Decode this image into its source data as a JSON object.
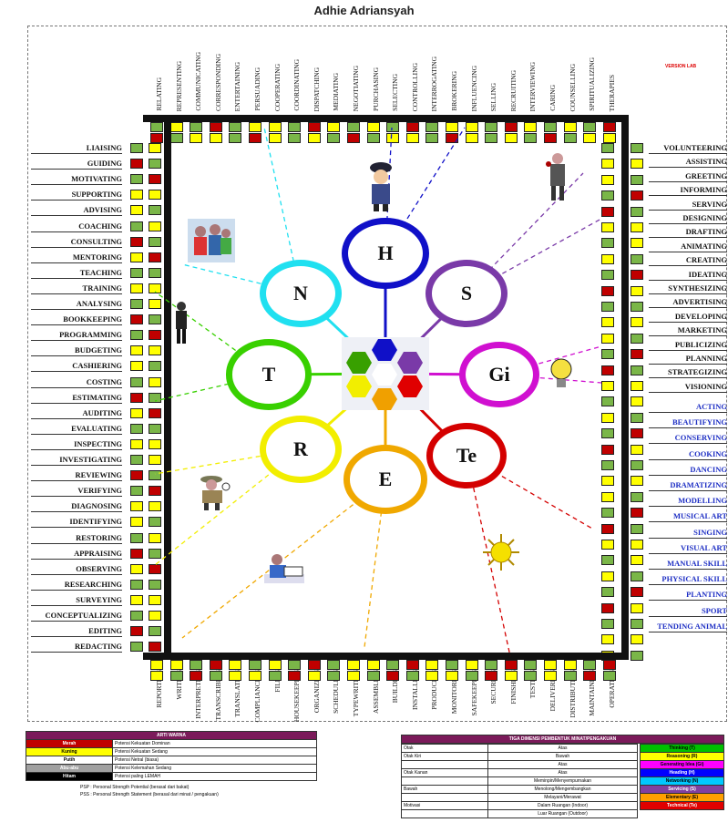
{
  "title": "Adhie Adriansyah",
  "version_label": "VERSION LAB",
  "top_labels": [
    "RELATING",
    "REPRESENTING",
    "COMMUNICATING",
    "CORRESPONDING",
    "ENTERTAINING",
    "PERSUADING",
    "COOPERATING",
    "COORDINATING",
    "DISPATCHING",
    "MEDIATING",
    "NEGOTIATING",
    "PURCHASING",
    "SELECTING",
    "CONTROLLING",
    "INTERROGATING",
    "BROKERING",
    "INFLUENCING",
    "SELLING",
    "RECRUITING",
    "INTERVIEWING",
    "CARING",
    "COUNSELLING",
    "SPIRITUALIZING",
    "THERAPIES"
  ],
  "bottom_labels": [
    "REPORTING",
    "WRITING",
    "INTERPRETING",
    "TRANSCRIBING",
    "TRANSLATING",
    "COMPLIANCING",
    "FILING",
    "HOUSEKEEPING",
    "ORGANIZING",
    "SCHEDULING",
    "TYPEWRITING",
    "ASSEMBLING",
    "BUILDING",
    "INSTALLING",
    "PRODUCING",
    "MONITORING",
    "SAFEKEEPING",
    "SECURING",
    "FINISHING",
    "TESTING",
    "DELIVERING",
    "DISTRIBUTING",
    "MAINTAINING",
    "OPERATING"
  ],
  "left_labels": [
    "LIAISING",
    "GUIDING",
    "MOTIVATING",
    "SUPPORTING",
    "ADVISING",
    "COACHING",
    "CONSULTING",
    "MENTORING",
    "TEACHING",
    "TRAINING",
    "ANALYSING",
    "BOOKKEEPING",
    "PROGRAMMING",
    "BUDGETING",
    "CASHIERING",
    "COSTING",
    "ESTIMATING",
    "AUDITING",
    "EVALUATING",
    "INSPECTING",
    "INVESTIGATING",
    "REVIEWING",
    "VERIFYING",
    "DIAGNOSING",
    "IDENTIFYING",
    "RESTORING",
    "APPRAISING",
    "OBSERVING",
    "RESEARCHING",
    "SURVEYING",
    "CONCEPTUALIZING",
    "EDITING",
    "REDACTING"
  ],
  "right_labels": [
    "VOLUNTEERING",
    "ASSISTING",
    "GREETING",
    "INFORMING",
    "SERVING",
    "DESIGNING",
    "DRAFTING",
    "ANIMATING",
    "CREATING",
    "IDEATING",
    "SYNTHESIZING",
    "ADVERTISING",
    "DEVELOPING",
    "MARKETING",
    "PUBLICIZING",
    "PLANNING",
    "STRATEGIZING",
    "VISIONING"
  ],
  "right_labels_blue": [
    "ACTING",
    "BEAUTIFYING",
    "CONSERVING",
    "COOKING",
    "DANCING",
    "DRAMATIZING",
    "MODELLING",
    "MUSICAL ART",
    "SINGING",
    "VISUAL ART",
    "MANUAL SKILL",
    "PHYSICAL SKILL",
    "PLANTING",
    "SPORT",
    "TENDING ANIMAL"
  ],
  "circles": [
    {
      "label": "H",
      "color": "#1010c8"
    },
    {
      "label": "S",
      "color": "#7a3aa8"
    },
    {
      "label": "Gi",
      "color": "#d010d0"
    },
    {
      "label": "Te",
      "color": "#d40000"
    },
    {
      "label": "E",
      "color": "#f0a800"
    },
    {
      "label": "R",
      "color": "#f2ee00"
    },
    {
      "label": "T",
      "color": "#38d000"
    },
    {
      "label": "N",
      "color": "#20e0f0"
    }
  ],
  "legend_left": {
    "title": "ARTI WARNA",
    "rows": [
      {
        "name": "Merah",
        "desc": "Potensi Kekuatan Dominan",
        "color": "#c00000"
      },
      {
        "name": "Kuning",
        "desc": "Potensi Kekuatan Sedang",
        "color": "#ffff00"
      },
      {
        "name": "Putih",
        "desc": "Potensi Netral (biasa)",
        "color": "#ffffff"
      },
      {
        "name": "Abu-abu",
        "desc": "Potensi Kelemahan Sedang",
        "color": "#a0a0a0"
      },
      {
        "name": "Hitam",
        "desc": "Potensi paling LEMAH",
        "color": "#000000"
      }
    ],
    "notes": [
      "PSP : Personal Strength Potential (berasal dari bakat)",
      "PSS : Personal Strength Statement (berasal dari minat / pengakuan)"
    ]
  },
  "legend_right": {
    "title": "TIGA DIMENSI PEMBENTUK MINAT/PENGAKUAN",
    "rows": [
      "Atas",
      "Bawah",
      "Atas",
      "Atas",
      "Meminpin/Menyempurnakan",
      "Menolong/Mengembangkan",
      "Melayani/Merawat",
      "Dalam Ruangan (Indoor)",
      "Luar Ruangan (Outdoor)"
    ],
    "side": [
      "Otak",
      "Otak Kiri",
      "Otak Kanan",
      "Bawah",
      "Motivasi"
    ],
    "types": [
      {
        "name": "Thinking (T)",
        "color": "#00c000"
      },
      {
        "name": "Reasoning (R)",
        "color": "#ffff00"
      },
      {
        "name": "Generating Idea (Gi)",
        "color": "#ff00ff"
      },
      {
        "name": "Heading (H)",
        "color": "#0000ff"
      },
      {
        "name": "Networking (N)",
        "color": "#00c8ff"
      },
      {
        "name": "Servicing (S)",
        "color": "#8040a0"
      },
      {
        "name": "Elementary (E)",
        "color": "#ffa000"
      },
      {
        "name": "Technical (Te)",
        "color": "#e00000"
      }
    ]
  }
}
